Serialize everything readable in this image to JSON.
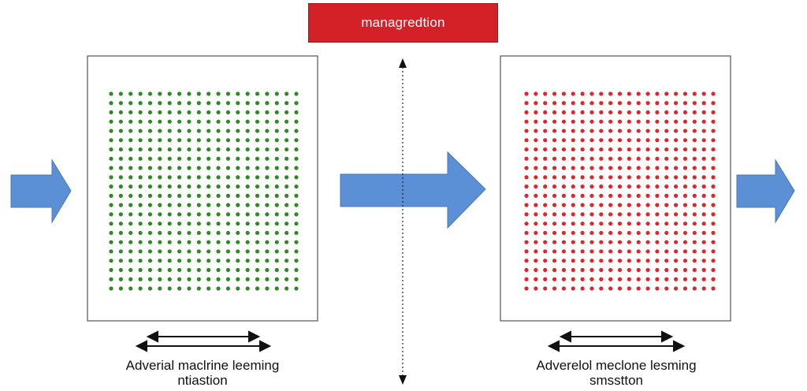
{
  "banner": {
    "label": "managredtion",
    "color": "#d42027"
  },
  "panels": [
    {
      "dot_color": "#2e8b23",
      "dot_grid": {
        "rows": 22,
        "cols": 20
      },
      "caption_line1": "Adverial maclrine leeming",
      "caption_line2": "ntiastion"
    },
    {
      "dot_color": "#e0262a",
      "dot_grid": {
        "rows": 22,
        "cols": 21
      },
      "caption_line1": "Adverelol meclone lesming",
      "caption_line2": "smsstton"
    }
  ],
  "arrow_color": "#5b8fd6",
  "icons": [
    "right-arrow-icon",
    "double-headed-arrow-icon",
    "vertical-dotted-arrow-icon"
  ]
}
